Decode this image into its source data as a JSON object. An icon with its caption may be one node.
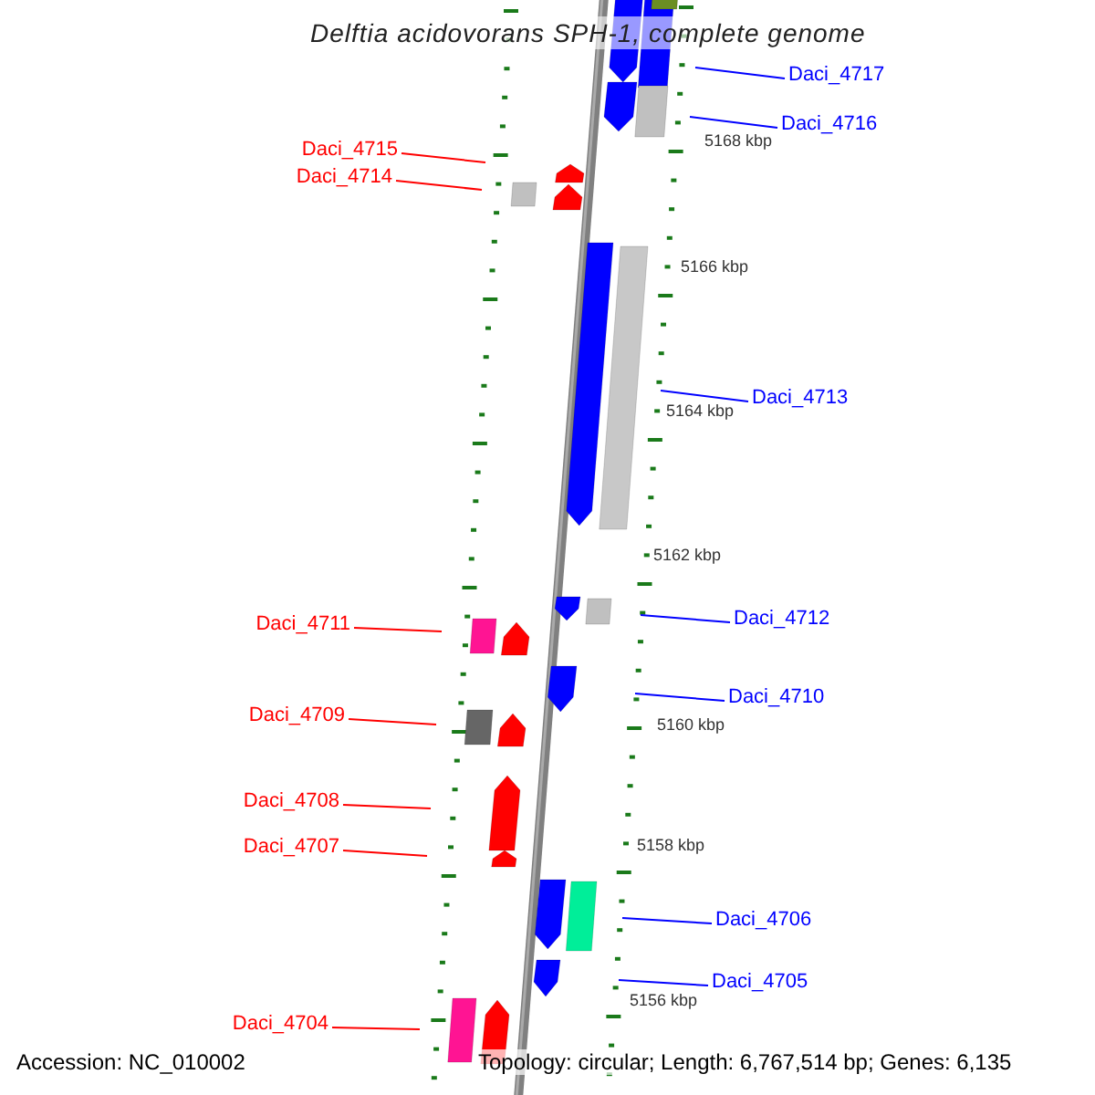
{
  "diagram": {
    "title": "Delftia acidovorans SPH-1, complete genome",
    "nodes": [
      {
        "text": [
          "Daci_4717"
        ]
      },
      {
        "text": [
          "Daci_4715"
        ]
      },
      {
        "text": [
          "Daci_4716"
        ]
      },
      {
        "text": [
          "Daci_4714"
        ]
      },
      {
        "text": [
          "Daci_4713"
        ]
      },
      {
        "text": [
          "Daci_4712"
        ]
      },
      {
        "text": [
          "Daci_4711"
        ]
      },
      {
        "text": [
          "Daci_4710"
        ]
      },
      {
        "text": [
          "Daci_4709"
        ]
      },
      {
        "text": [
          "Daci_4708"
        ]
      },
      {
        "text": [
          "Daci_4707"
        ]
      },
      {
        "text": [
          "Daci_4706"
        ]
      },
      {
        "text": [
          "Daci_4705"
        ]
      },
      {
        "text": [
          "Daci_4704"
        ]
      }
    ],
    "edges": [
      {
        "from": 0,
        "to": null,
        "arrow": "none",
        "color": "#0000ff"
      },
      {
        "from": 1,
        "to": null,
        "arrow": "none",
        "color": "#ff0000"
      },
      {
        "from": 2,
        "to": null,
        "arrow": "none",
        "color": "#0000ff"
      },
      {
        "from": 3,
        "to": null,
        "arrow": "none",
        "color": "#ff0000"
      },
      {
        "from": 4,
        "to": null,
        "arrow": "none",
        "color": "#0000ff"
      },
      {
        "from": 5,
        "to": null,
        "arrow": "none",
        "color": "#0000ff"
      },
      {
        "from": 6,
        "to": null,
        "arrow": "none",
        "color": "#ff0000"
      },
      {
        "from": 7,
        "to": null,
        "arrow": "none",
        "color": "#0000ff"
      },
      {
        "from": 8,
        "to": null,
        "arrow": "none",
        "color": "#ff0000"
      },
      {
        "from": 9,
        "to": null,
        "arrow": "none",
        "color": "#ff0000"
      },
      {
        "from": 10,
        "to": null,
        "arrow": "none",
        "color": "#ff0000"
      },
      {
        "from": 11,
        "to": null,
        "arrow": "none",
        "color": "#0000ff"
      },
      {
        "from": 12,
        "to": null,
        "arrow": "none",
        "color": "#0000ff"
      },
      {
        "from": 13,
        "to": null,
        "arrow": "none",
        "color": "#ff0000"
      }
    ],
    "labels": [
      "5168 kbp",
      "5166 kbp",
      "5164 kbp",
      "5162 kbp",
      "5160 kbp",
      "5158 kbp",
      "5156 kbp",
      "Accession: NC_010002",
      "Topology: circular; Length: 6,767,514 bp; Genes: 6,135"
    ]
  }
}
